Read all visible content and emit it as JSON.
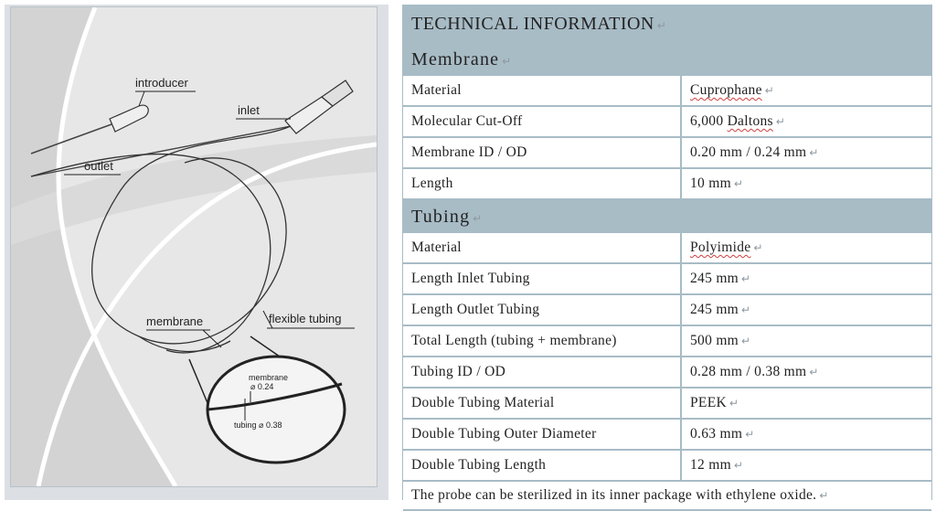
{
  "figure": {
    "labels": {
      "introducer": "introducer",
      "inlet": "inlet",
      "outlet": "outlet",
      "membrane": "membrane",
      "flexible_tubing": "flexible tubing",
      "detail_membrane": "membrane",
      "detail_membrane_od": "⌀ 0.24",
      "detail_tubing": "tubing ⌀ 0.38"
    }
  },
  "table": {
    "title": "TECHNICAL INFORMATION",
    "membrane": {
      "heading": "Membrane",
      "rows": [
        {
          "key": "Material",
          "value": "Cuprophane"
        },
        {
          "key": "Molecular Cut-Off",
          "value_num": "6,000",
          "value_unit": "Daltons"
        },
        {
          "key": "Membrane ID / OD",
          "value": "0.20 mm / 0.24 mm"
        },
        {
          "key": "Length",
          "value": "10 mm"
        }
      ]
    },
    "tubing": {
      "heading": "Tubing",
      "rows": [
        {
          "key": "Material",
          "value": "Polyimide"
        },
        {
          "key": "Length Inlet Tubing",
          "value": "245 mm"
        },
        {
          "key": "Length Outlet Tubing",
          "value": "245 mm"
        },
        {
          "key": "Total Length (tubing + membrane)",
          "value": "500 mm"
        },
        {
          "key": "Tubing ID / OD",
          "value": "0.28 mm / 0.38 mm"
        },
        {
          "key": "Double Tubing Material",
          "value": "PEEK"
        },
        {
          "key": "Double Tubing Outer Diameter",
          "value": "0.63 mm"
        },
        {
          "key": "Double Tubing Length",
          "value": "12 mm"
        }
      ]
    },
    "note": "The probe can be sterilized in its inner package with ethylene oxide.",
    "paragraph_mark": "↵"
  }
}
